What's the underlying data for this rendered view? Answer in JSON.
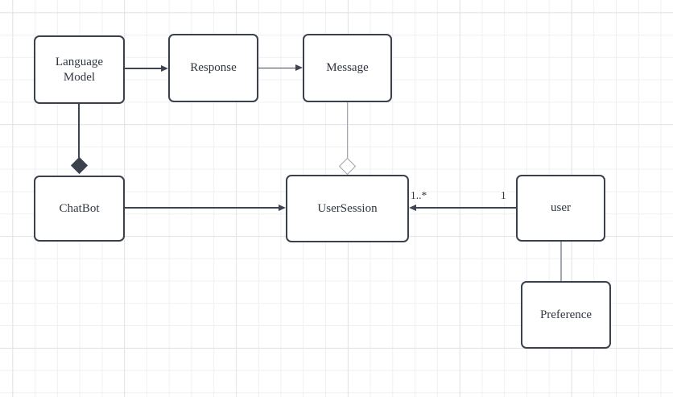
{
  "canvas": {
    "background": "#ffffff",
    "grid_minor_color": "#f0f0f3",
    "grid_major_color": "#e3e3e8"
  },
  "colors": {
    "node_border": "#3a414d",
    "node_fill": "#ffffff",
    "text": "#2f3540",
    "edge": "#3e4551",
    "edge_muted": "#a2a8af"
  },
  "nodes": [
    {
      "id": "language-model",
      "label": "Language Model"
    },
    {
      "id": "response",
      "label": "Response"
    },
    {
      "id": "message",
      "label": "Message"
    },
    {
      "id": "chatbot",
      "label": "ChatBot"
    },
    {
      "id": "user-session",
      "label": "UserSession"
    },
    {
      "id": "user",
      "label": "user"
    },
    {
      "id": "preference",
      "label": "Preference"
    }
  ],
  "edges": [
    {
      "from": "language-model",
      "to": "response",
      "type": "directed-arrow"
    },
    {
      "from": "response",
      "to": "message",
      "type": "directed-arrow"
    },
    {
      "from": "chatbot",
      "to": "user-session",
      "type": "directed-arrow"
    },
    {
      "from": "user",
      "to": "user-session",
      "type": "directed-arrow",
      "multiplicity": {
        "source": "1",
        "target": "1..*"
      }
    },
    {
      "from": "language-model",
      "to": "chatbot",
      "type": "composition-filled-diamond"
    },
    {
      "from": "message",
      "to": "user-session",
      "type": "aggregation-hollow-diamond"
    },
    {
      "from": "user",
      "to": "preference",
      "type": "plain-line"
    }
  ]
}
